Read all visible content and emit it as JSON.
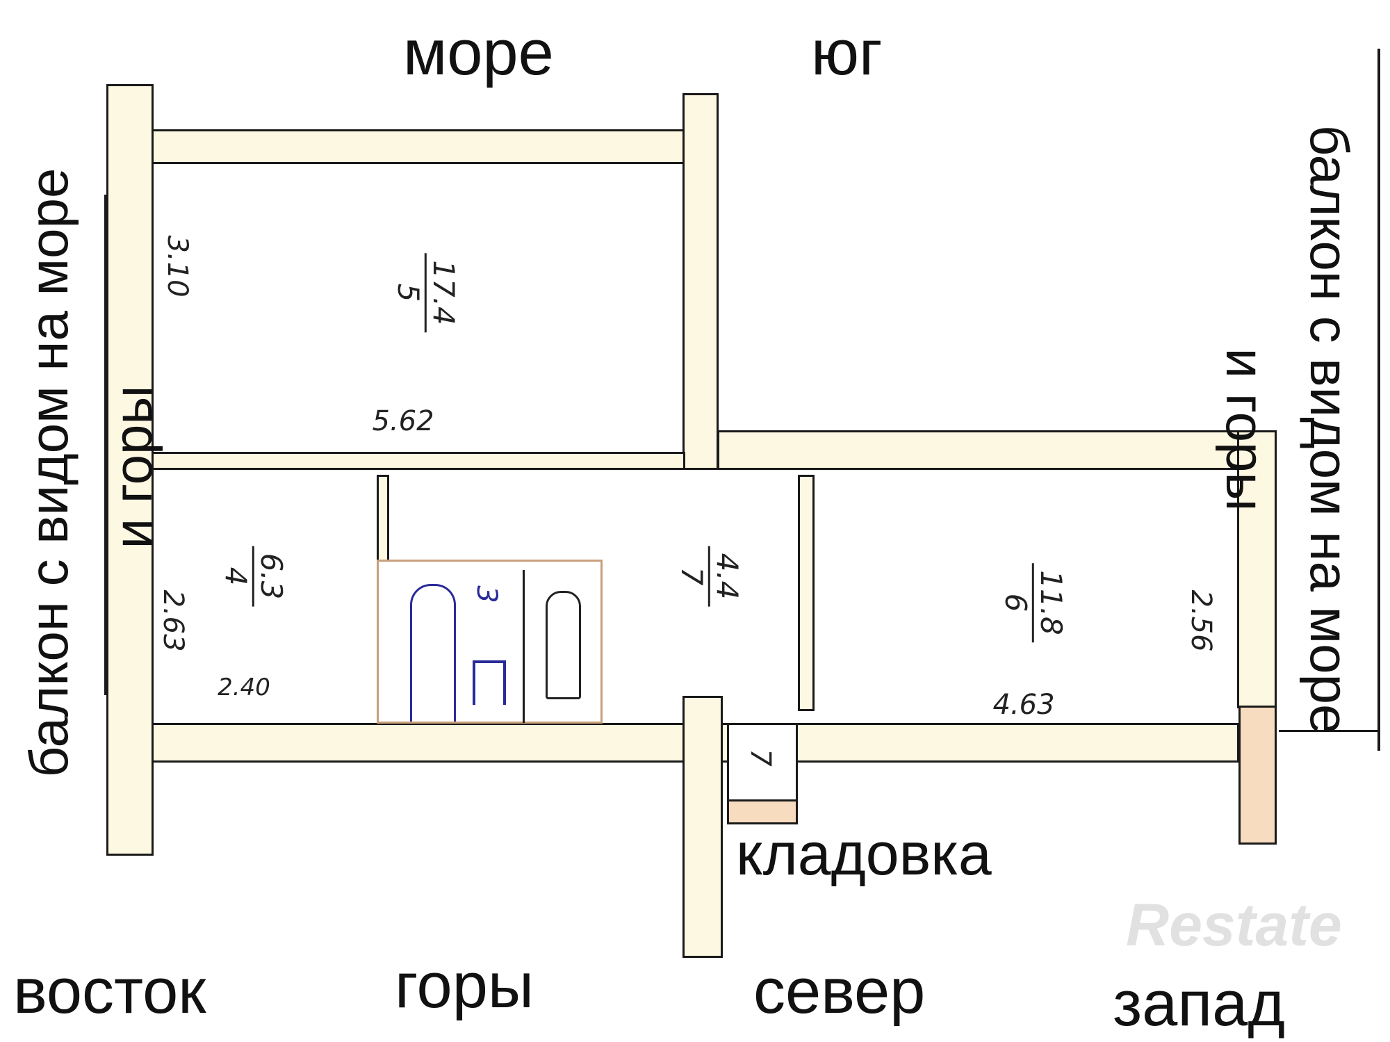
{
  "directions": {
    "top_left": "море",
    "top_right": "юг",
    "bottom_1": "восток",
    "bottom_2": "горы",
    "bottom_3": "север",
    "bottom_4": "запад"
  },
  "balconies": {
    "left": {
      "line1": "балкон с видом на море",
      "line2": "и горы"
    },
    "right": {
      "line1": "балкон с видом на море",
      "line2": "и горы"
    }
  },
  "storage_label": "кладовка",
  "rooms": {
    "room5": {
      "area": "17.4",
      "number": "5",
      "width": "3.10",
      "length": "5.62"
    },
    "room4": {
      "area": "6.3",
      "number": "4",
      "width": "2.63",
      "length": "2.40"
    },
    "room3": {
      "number": "3"
    },
    "room7": {
      "area": "4.4",
      "number": "7"
    },
    "room6": {
      "area": "11.8",
      "number": "6",
      "width": "2.56",
      "length": "4.63"
    },
    "storage": {
      "number": "7"
    }
  },
  "watermark": "Restate",
  "colors": {
    "wall_fill": "#fdf8e2",
    "wall_accent": "#f8dcc0",
    "fixture_ink": "#2a2a9a"
  }
}
